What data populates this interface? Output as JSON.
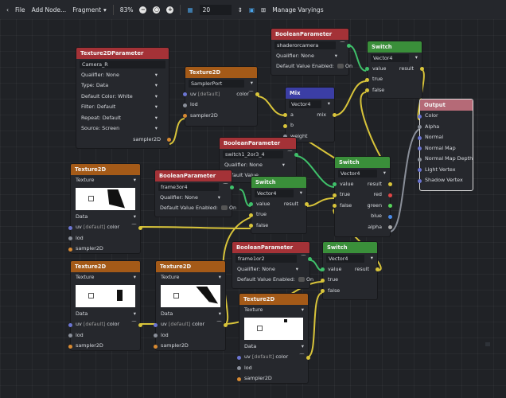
{
  "toolbar": {
    "back_icon": "chevron-left-icon",
    "file": "File",
    "add_node": "Add Node...",
    "mode": "Fragment",
    "zoom": "83%",
    "zoom_out_icon": "minus-icon",
    "zoom_reset_icon": "circle-icon",
    "zoom_in_icon": "plus-icon",
    "grid_icon": "grid-icon",
    "snap_value": "20",
    "minimap_icon": "minimap-icon",
    "arrange_icon": "arrange-icon",
    "manage_varyings": "Manage Varyings"
  },
  "nodes": {
    "tex2dparam": {
      "title": "Texture2DParameter",
      "name": "Camera_R",
      "qualifier_label": "Qualifier:",
      "qualifier": "None",
      "type_label": "Type:",
      "type": "Data",
      "default_color_label": "Default Color:",
      "default_color": "White",
      "filter_label": "Filter:",
      "filter": "Default",
      "repeat_label": "Repeat:",
      "repeat": "Default",
      "source_label": "Source:",
      "source": "Screen",
      "out": "sampler2D"
    },
    "tex2d_sampler": {
      "title": "Texture2D",
      "source": "SamplerPort",
      "uv": "uv",
      "uv_default": "[default]",
      "color": "color",
      "lod": "lod",
      "sampler": "sampler2D"
    },
    "bool_shader": {
      "title": "BooleanParameter",
      "name": "shaderorcamera",
      "qualifier_label": "Qualifier:",
      "qualifier": "None",
      "default_label": "Default Value Enabled:",
      "default_value": "On"
    },
    "switch_top": {
      "title": "Switch",
      "type": "Vector4",
      "value": "value",
      "result": "result",
      "true": "true",
      "false": "false"
    },
    "mix": {
      "title": "Mix",
      "type": "Vector4",
      "a": "a",
      "mix": "mix",
      "b": "b",
      "weight": "weight"
    },
    "output": {
      "title": "Output",
      "ports": [
        "Color",
        "Alpha",
        "Normal",
        "Normal Map",
        "Normal Map Depth",
        "Light Vertex",
        "Shadow Vertex"
      ]
    },
    "bool_switch1": {
      "title": "BooleanParameter",
      "name": "switch1_2or3_4",
      "qualifier_label": "Qualifier:",
      "qualifier": "None",
      "default_label": "Default Value"
    },
    "switch_mid": {
      "title": "Switch",
      "type": "Vector4",
      "value": "value",
      "result": "result",
      "true": "true",
      "false": "false",
      "red": "red",
      "green": "green",
      "blue": "blue",
      "alpha": "alpha"
    },
    "tex2d_a": {
      "title": "Texture2D",
      "source": "Texture",
      "type": "Data",
      "uv": "uv",
      "uv_default": "[default]",
      "color": "color",
      "lod": "lod",
      "sampler": "sampler2D"
    },
    "bool_frame3": {
      "title": "BooleanParameter",
      "name": "frame3or4",
      "qualifier_label": "Qualifier:",
      "qualifier": "None",
      "default_label": "Default Value Enabled:",
      "default_value": "On"
    },
    "switch_small": {
      "title": "Switch",
      "type": "Vector4",
      "value": "value",
      "result": "result",
      "true": "true",
      "false": "false"
    },
    "bool_frame1": {
      "title": "BooleanParameter",
      "name": "frame1or2",
      "qualifier_label": "Qualifier:",
      "qualifier": "None",
      "default_label": "Default Value Enabled:",
      "default_value": "On"
    },
    "switch_low": {
      "title": "Switch",
      "type": "Vector4",
      "value": "value",
      "result": "result",
      "true": "true",
      "false": "false"
    },
    "tex2d_b": {
      "title": "Texture2D",
      "source": "Texture",
      "type": "Data",
      "uv": "uv",
      "uv_default": "[default]",
      "color": "color",
      "lod": "lod",
      "sampler": "sampler2D"
    },
    "tex2d_c": {
      "title": "Texture2D",
      "source": "Texture",
      "type": "Data",
      "uv": "uv",
      "uv_default": "[default]",
      "color": "color",
      "lod": "lod",
      "sampler": "sampler2D"
    },
    "tex2d_d": {
      "title": "Texture2D",
      "source": "Texture",
      "type": "Data",
      "uv": "uv",
      "uv_default": "[default]",
      "color": "color",
      "lod": "lod",
      "sampler": "sampler2D"
    }
  },
  "colors": {
    "param_header": "#a43237",
    "texture_header": "#a45a18",
    "switch_header": "#3a8f3a",
    "mix_header": "#3b3ea5",
    "output_header": "#b56a77",
    "wire_yellow": "#d8c43a",
    "wire_green": "#3fc06a",
    "wire_gray": "#8a8f99"
  }
}
